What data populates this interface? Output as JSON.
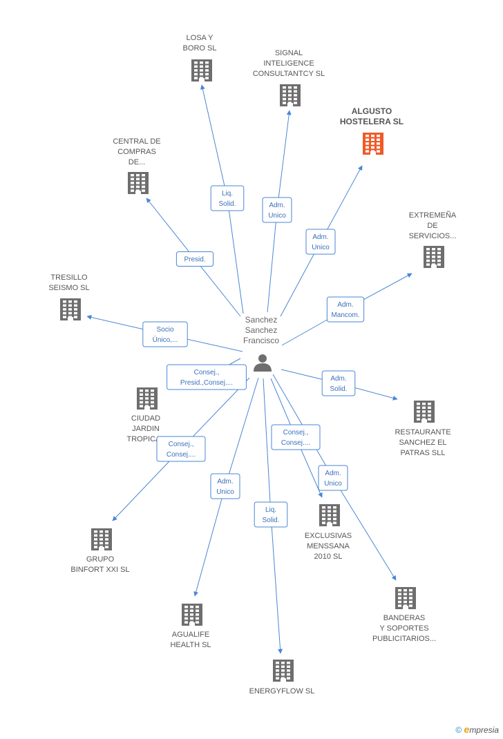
{
  "person": {
    "name_lines": [
      "Sanchez",
      "Sanchez",
      "Francisco"
    ]
  },
  "companies": [
    {
      "id": "losa",
      "lines": [
        "LOSA Y",
        "BORO SL"
      ],
      "highlight": false
    },
    {
      "id": "signal",
      "lines": [
        "SIGNAL",
        "INTELIGENCE",
        "CONSULTANTCY SL"
      ],
      "highlight": false
    },
    {
      "id": "algusto",
      "lines": [
        "ALGUSTO",
        "HOSTELERA SL"
      ],
      "highlight": true
    },
    {
      "id": "central",
      "lines": [
        "CENTRAL DE",
        "COMPRAS",
        "DE..."
      ],
      "highlight": false
    },
    {
      "id": "extremena",
      "lines": [
        "EXTREMEÑA",
        "DE",
        "SERVICIOS..."
      ],
      "highlight": false
    },
    {
      "id": "tresillo",
      "lines": [
        "TRESILLO",
        "SEISMO SL"
      ],
      "highlight": false
    },
    {
      "id": "ciudad",
      "lines": [
        "CIUDAD",
        "JARDIN",
        "TROPICAL"
      ],
      "highlight": false
    },
    {
      "id": "restaurante",
      "lines": [
        "RESTAURANTE",
        "SANCHEZ EL",
        "PATRAS SLL"
      ],
      "highlight": false
    },
    {
      "id": "grupo",
      "lines": [
        "GRUPO",
        "BINFORT XXI SL"
      ],
      "highlight": false
    },
    {
      "id": "exclusivas",
      "lines": [
        "EXCLUSIVAS",
        "MENSSANA",
        "2010 SL"
      ],
      "highlight": false
    },
    {
      "id": "agualife",
      "lines": [
        "AGUALIFE",
        "HEALTH SL"
      ],
      "highlight": false
    },
    {
      "id": "banderas",
      "lines": [
        "BANDERAS",
        "Y SOPORTES",
        "PUBLICITARIOS..."
      ],
      "highlight": false
    },
    {
      "id": "energyflow",
      "lines": [
        "ENERGYFLOW SL"
      ],
      "highlight": false
    }
  ],
  "relations": [
    {
      "target": "losa",
      "lines": [
        "Liq.",
        "Solid."
      ]
    },
    {
      "target": "signal",
      "lines": [
        "Adm.",
        "Unico"
      ]
    },
    {
      "target": "algusto",
      "lines": [
        "Adm.",
        "Unico"
      ]
    },
    {
      "target": "central",
      "lines": [
        "Presid."
      ]
    },
    {
      "target": "extremena",
      "lines": [
        "Adm.",
        "Mancom."
      ]
    },
    {
      "target": "tresillo",
      "lines": [
        "Socio",
        "Único,..."
      ]
    },
    {
      "target": "ciudad",
      "lines": [
        "Consej.,",
        "Presid.,Consej...."
      ]
    },
    {
      "target": "restaurante",
      "lines": [
        "Adm.",
        "Solid."
      ]
    },
    {
      "target": "grupo",
      "lines": [
        "Consej.,",
        "Consej...."
      ]
    },
    {
      "target": "exclusivas",
      "lines": [
        "Consej.,",
        "Consej...."
      ]
    },
    {
      "target": "agualife",
      "lines": [
        "Adm.",
        "Unico"
      ]
    },
    {
      "target": "banderas",
      "lines": [
        "Adm.",
        "Unico"
      ]
    },
    {
      "target": "energyflow",
      "lines": [
        "Liq.",
        "Solid."
      ]
    }
  ],
  "colors": {
    "edge": "#4a86d4",
    "building": "#6e6e6e",
    "highlight_building": "#f05a28"
  },
  "logo": {
    "copyright": "©",
    "brand_initial": "e",
    "brand_rest": "mpresia"
  }
}
